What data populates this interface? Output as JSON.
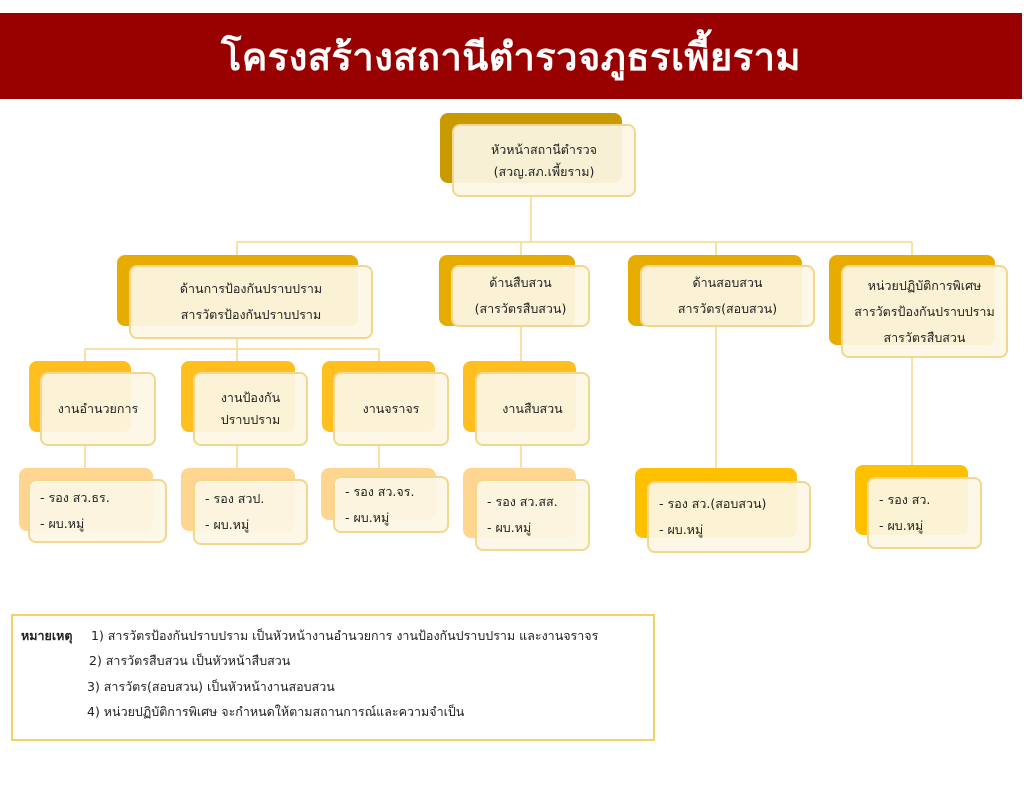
{
  "title": "โครงสร้างสถานีตำรวจภูธรเพี้ยราม",
  "root": {
    "line1": "หัวหน้าสถานีตำรวจ",
    "line2": "(สวญ.สภ.เพี้ยราม)"
  },
  "divisions": [
    {
      "line1": "ด้านการป้องกันปราบปราม",
      "line2": "สารวัตรป้องกันปราบปราม"
    },
    {
      "line1": "ด้านสืบสวน",
      "line2": "(สารวัตรสืบสวน)"
    },
    {
      "line1": "ด้านสอบสวน",
      "line2": "สารวัตร(สอบสวน)"
    },
    {
      "line1": "หน่วยปฏิบัติการพิเศษ",
      "line2": "สารวัตรป้องกันปราบปราม",
      "line3": "สารวัตรสืบสวน"
    }
  ],
  "units": [
    {
      "line1": "งานอำนวยการ"
    },
    {
      "line1": "งานป้องกัน",
      "line2": "ปราบปราม"
    },
    {
      "line1": "งานจราจร"
    },
    {
      "line1": "งานสืบสวน"
    }
  ],
  "staff": [
    {
      "line1": "- รอง สว.ธร.",
      "line2": "- ผบ.หมู่"
    },
    {
      "line1": "- รอง สวป.",
      "line2": "- ผบ.หมู่"
    },
    {
      "line1": "- รอง สว.จร.",
      "line2": "- ผบ.หมู่"
    },
    {
      "line1": "- รอง สว.สส.",
      "line2": "- ผบ.หมู่"
    },
    {
      "line1": "- รอง สว.(สอบสวน)",
      "line2": "- ผบ.หมู่"
    },
    {
      "line1": "- รอง สว.",
      "line2": "- ผบ.หมู่"
    }
  ],
  "note": {
    "label": "หมายเหตุ",
    "items": [
      "1) สารวัตรป้องกันปราบปราม เป็นหัวหน้างานอำนวยการ งานป้องกันปราบปราม และงานจราจร",
      "2) สารวัตรสืบสวน เป็นหัวหน้าสืบสวน",
      "3) สารวัตร(สอบสวน) เป็นหัวหน้างานสอบสวน",
      "4) หน่วยปฏิบัติการพิเศษ จะกำหนดให้ตามสถานการณ์และความจำเป็น"
    ]
  },
  "colors": {
    "header": "#990000",
    "root": "#c89a00",
    "division": "#e6ac00",
    "unit": "#ffbf1f",
    "staff": "#ffd690",
    "line": "#f5d98a"
  }
}
